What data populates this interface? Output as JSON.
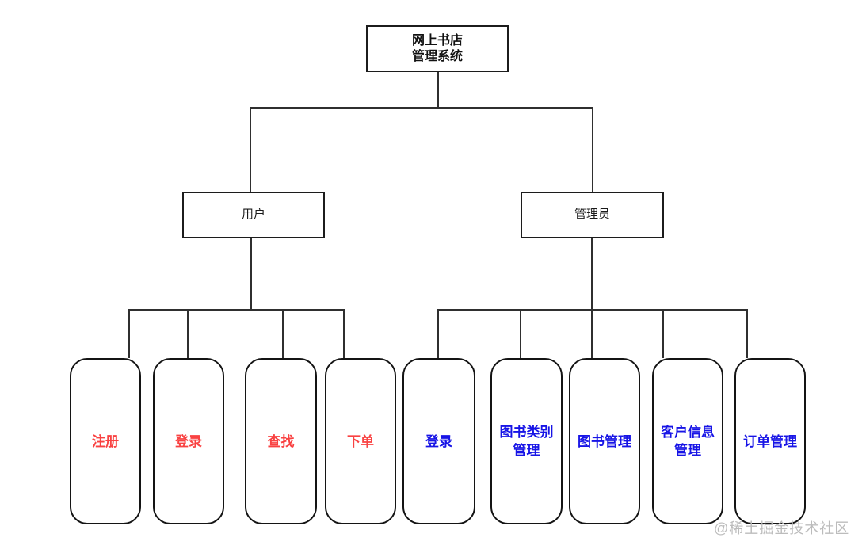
{
  "diagram": {
    "type": "hierarchy-tree",
    "root": {
      "label": "网上书店\n管理系统"
    },
    "branches": [
      {
        "id": "user",
        "label": "用户"
      },
      {
        "id": "admin",
        "label": "管理员"
      }
    ],
    "user_children": [
      {
        "label": "注册"
      },
      {
        "label": "登录"
      },
      {
        "label": "查找"
      },
      {
        "label": "下单"
      }
    ],
    "admin_children": [
      {
        "label": "登录"
      },
      {
        "label": "图书类别\n管理"
      },
      {
        "label": "图书管理"
      },
      {
        "label": "客户信息\n管理"
      },
      {
        "label": "订单管理"
      }
    ],
    "colors": {
      "user_action_text": "#f94242",
      "admin_action_text": "#1714e6",
      "line": "#2f2f2f",
      "border": "#1c1c1c",
      "watermark_text": "#bcbcbc"
    },
    "watermark": "@稀土掘金技术社区"
  }
}
